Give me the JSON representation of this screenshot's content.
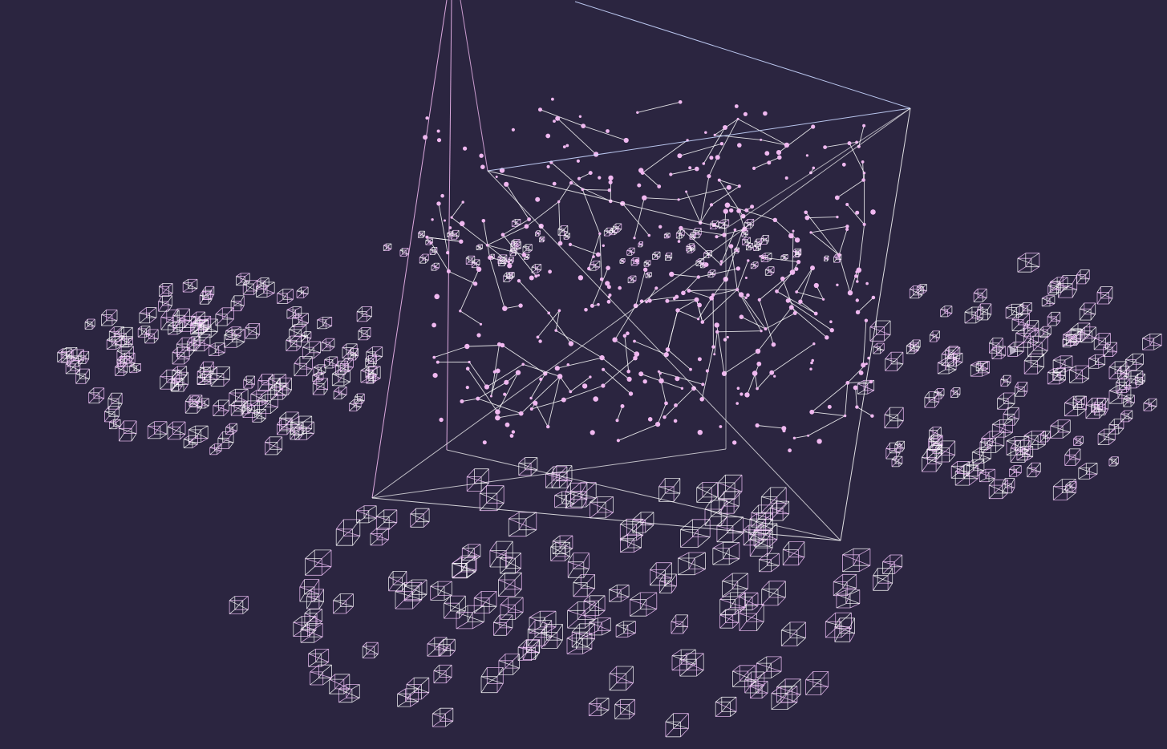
{
  "scene": {
    "background_color": "#2b2540",
    "line_color": "#ffffff",
    "node_color": "#f0b8f0",
    "wire_color": "#f7c6ff",
    "accent_color": "#c8d6ff",
    "objects": [
      "wireframe-tetrahedron",
      "graph-nodes",
      "wireframe-cubes"
    ]
  },
  "cursor": {
    "icon": "mouse-pointer-icon"
  }
}
